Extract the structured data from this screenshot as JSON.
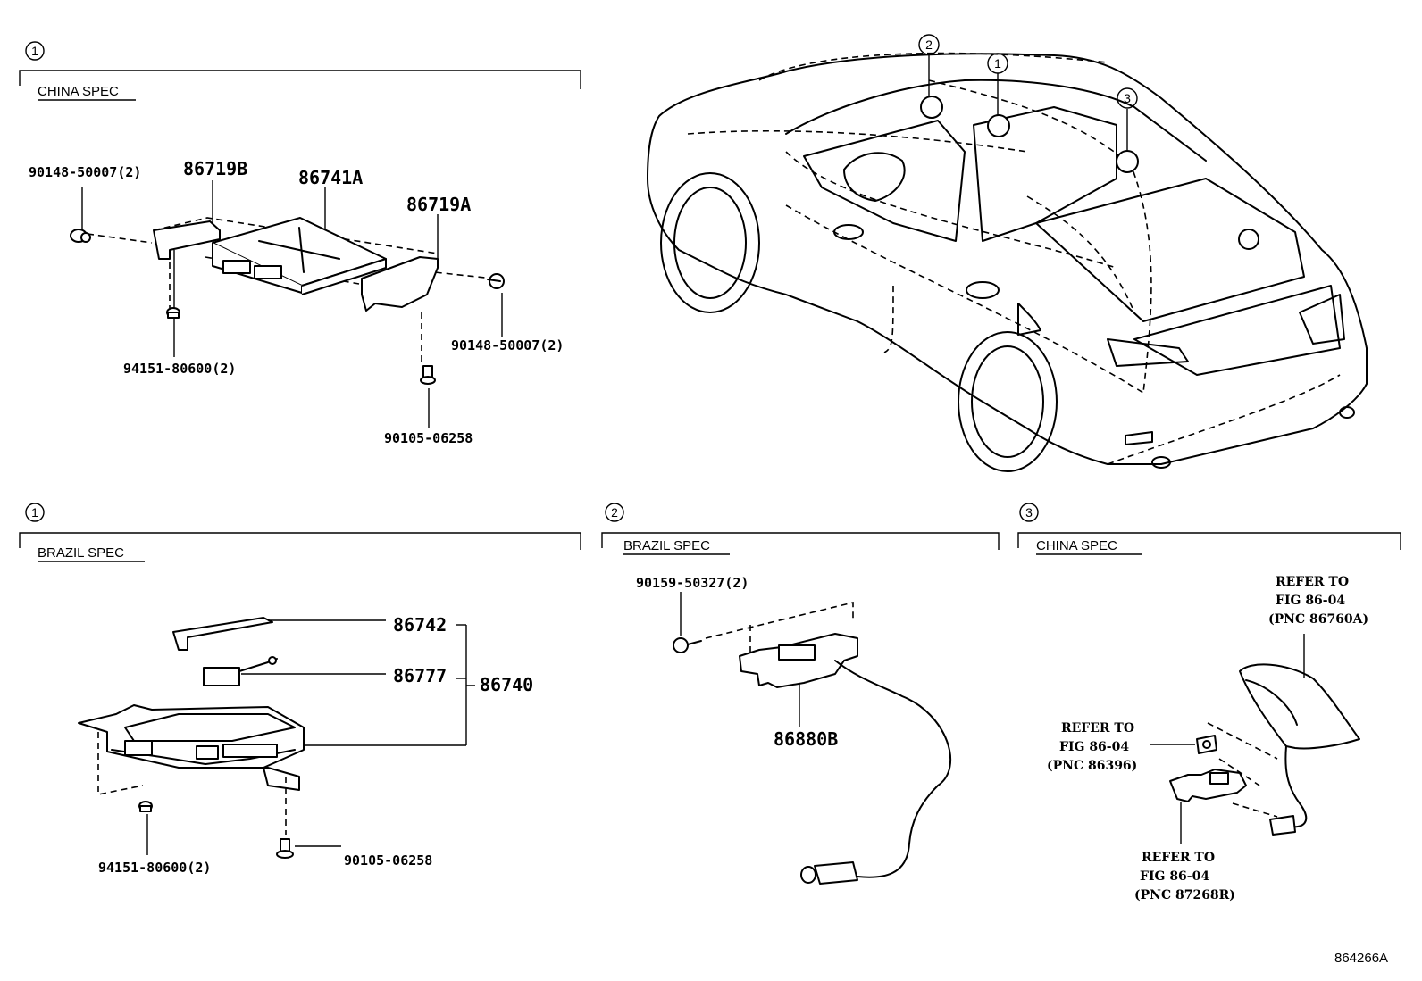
{
  "sections": {
    "s1_top": {
      "num": "1",
      "spec": "CHINA SPEC"
    },
    "s1_bottom": {
      "num": "1",
      "spec": "BRAZIL SPEC"
    },
    "s2": {
      "num": "2",
      "spec": "BRAZIL SPEC"
    },
    "s3": {
      "num": "3",
      "spec": "CHINA SPEC"
    }
  },
  "car_markers": [
    "2",
    "1",
    "3"
  ],
  "china_parts": {
    "bolt_left": "90148-50007(2)",
    "bracket_left": "86719B",
    "ecu": "86741A",
    "bracket_right": "86719A",
    "bolt_right": "90148-50007(2)",
    "nut": "94151-80600(2)",
    "screw": "90105-06258"
  },
  "brazil_parts": {
    "cover": "86742",
    "connector": "86777",
    "assembly": "86740",
    "nut": "94151-80600(2)",
    "screw": "90105-06258"
  },
  "s2_parts": {
    "screw": "90159-50327(2)",
    "antenna": "86880B"
  },
  "s3_refs": {
    "top": {
      "l1": "REFER TO",
      "l2": "FIG 86-04",
      "l3": "(PNC 86760A)"
    },
    "mid": {
      "l1": "REFER TO",
      "l2": "FIG 86-04",
      "l3": "(PNC 86396)"
    },
    "bot": {
      "l1": "REFER TO",
      "l2": "FIG 86-04",
      "l3": "(PNC 87268R)"
    }
  },
  "figure_code": "864266A"
}
